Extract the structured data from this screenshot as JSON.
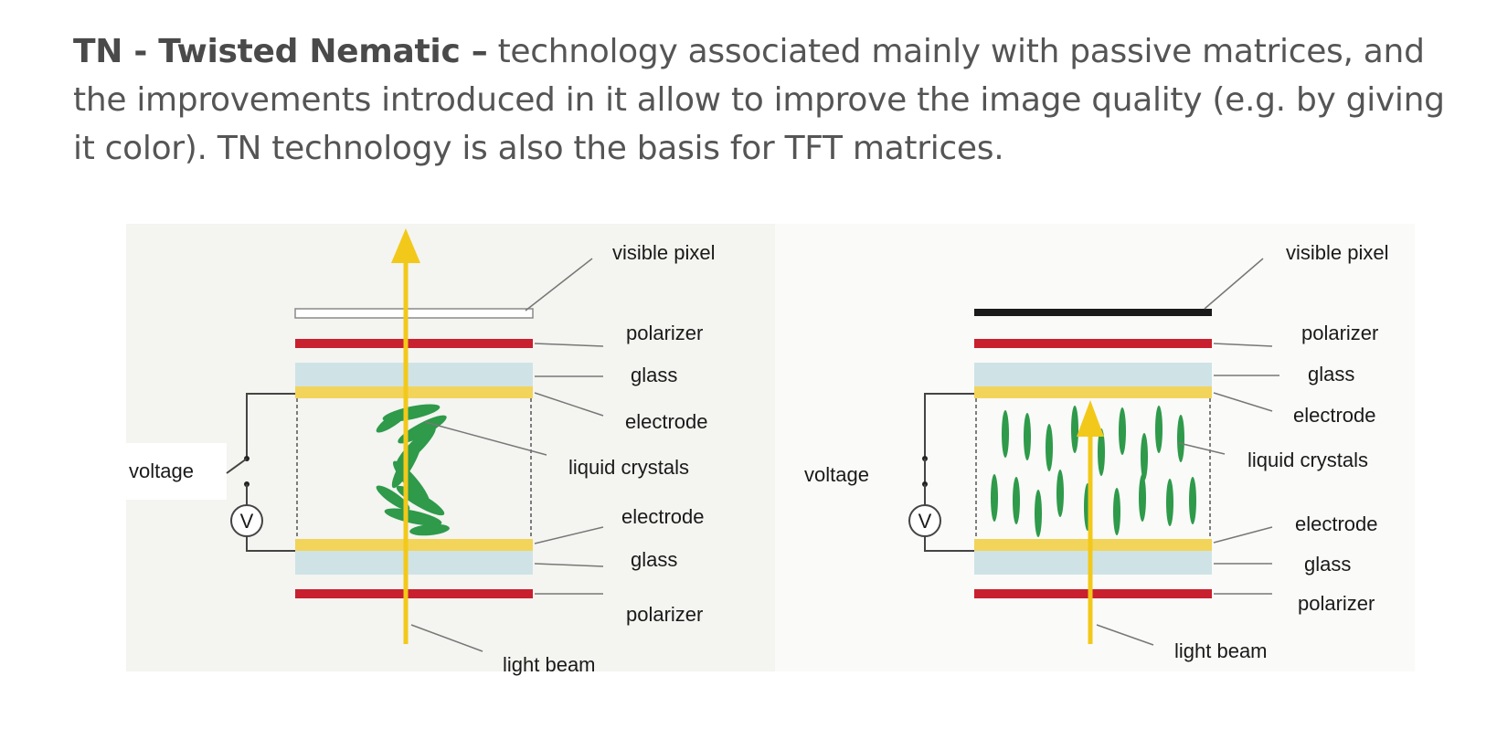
{
  "intro": {
    "lead": "TN  - Twisted Nematic –",
    "body": " technology associated mainly with passive matrices, and the improvements introduced in it allow to improve the image quality (e.g. by giving it color). TN technology is also the basis for TFT matrices."
  },
  "colors": {
    "polarizer": "#c8202f",
    "glass": "#cfe3e6",
    "electrode": "#f3d45a",
    "light_beam": "#f2c91a",
    "crystal": "#2e9a4a",
    "visible_pixel_on": "#ffffff",
    "visible_pixel_off": "#1a1a1a"
  },
  "left_panel": {
    "labels": {
      "visible_pixel": "visible pixel",
      "polarizer_top": "polarizer",
      "glass_top": "glass",
      "electrode_top": "electrode",
      "liquid_crystals": "liquid crystals",
      "electrode_bottom": "electrode",
      "glass_bottom": "glass",
      "polarizer_bottom": "polarizer",
      "light_beam": "light beam",
      "voltage": "voltage",
      "voltmeter": "V"
    }
  },
  "right_panel": {
    "labels": {
      "visible_pixel": "visible pixel",
      "polarizer_top": "polarizer",
      "glass_top": "glass",
      "electrode_top": "electrode",
      "liquid_crystals": "liquid crystals",
      "electrode_bottom": "electrode",
      "glass_bottom": "glass",
      "polarizer_bottom": "polarizer",
      "light_beam": "light beam",
      "voltage": "voltage",
      "voltmeter": "V"
    }
  }
}
